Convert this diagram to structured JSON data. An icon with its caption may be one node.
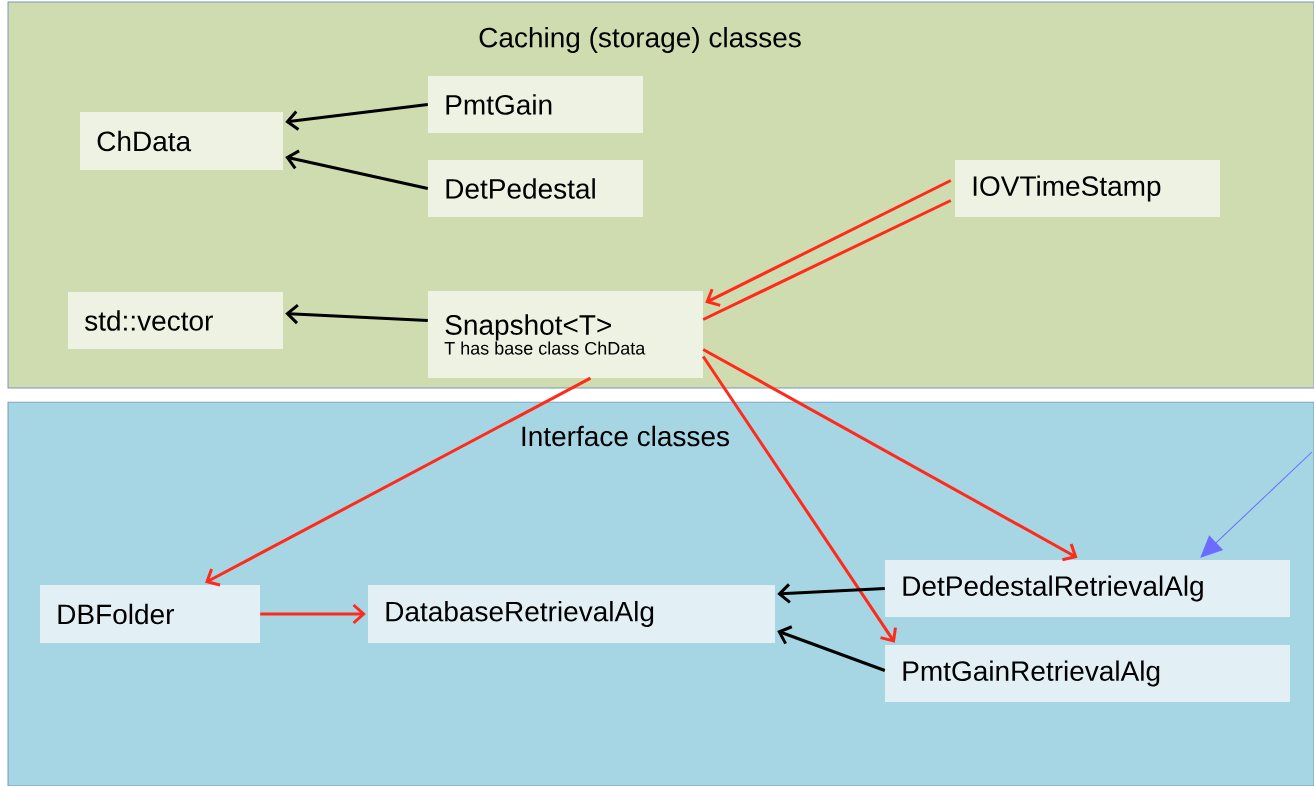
{
  "diagram": {
    "nodes": [
      {
        "text": [
          "Caching (storage) classes"
        ]
      },
      {
        "text": [
          "ChData"
        ],
        "in": 0
      },
      {
        "text": [
          "std::vector"
        ],
        "in": 0
      },
      {
        "text": [
          "PmtGain"
        ],
        "in": 0
      },
      {
        "text": [
          "DetPedestal"
        ],
        "in": 0
      },
      {
        "text": [
          "IOVTimeStamp"
        ],
        "in": 0
      },
      {
        "text": [
          "Snapshot<T>",
          "T has base class ChData"
        ],
        "in": 0
      },
      {
        "text": [
          "Interface classes"
        ]
      },
      {
        "text": [
          "DBFolder"
        ],
        "in": 7
      },
      {
        "text": [
          "DatabaseRetrievalAlg"
        ],
        "in": 7
      },
      {
        "text": [
          "DetPedestalRetrievalAlg"
        ],
        "in": 7
      },
      {
        "text": [
          "PmtGainRetrievalAlg"
        ],
        "in": 7
      }
    ],
    "edges": [
      {
        "from": 3,
        "to": 1,
        "arrow": "to",
        "color": "#000000"
      },
      {
        "from": 4,
        "to": 1,
        "arrow": "to",
        "color": "#000000"
      },
      {
        "from": 6,
        "to": 2,
        "arrow": "to",
        "color": "#000000"
      },
      {
        "from": 5,
        "to": 6,
        "arrow": "to"
      },
      {
        "from": 5,
        "to": 6,
        "arrow": "none"
      },
      {
        "from": 6,
        "to": 8,
        "arrow": "to"
      },
      {
        "from": 6,
        "to": 10,
        "arrow": "to"
      },
      {
        "from": 6,
        "to": 11,
        "arrow": "to"
      },
      {
        "from": 8,
        "to": 9,
        "arrow": "to"
      },
      {
        "from": 10,
        "to": 9,
        "arrow": "to",
        "color": "#000000"
      },
      {
        "from": 11,
        "to": 9,
        "arrow": "to",
        "color": "#000000"
      },
      {
        "from": null,
        "to": 10,
        "arrow": "to",
        "color": "#6b6bff"
      }
    ]
  }
}
